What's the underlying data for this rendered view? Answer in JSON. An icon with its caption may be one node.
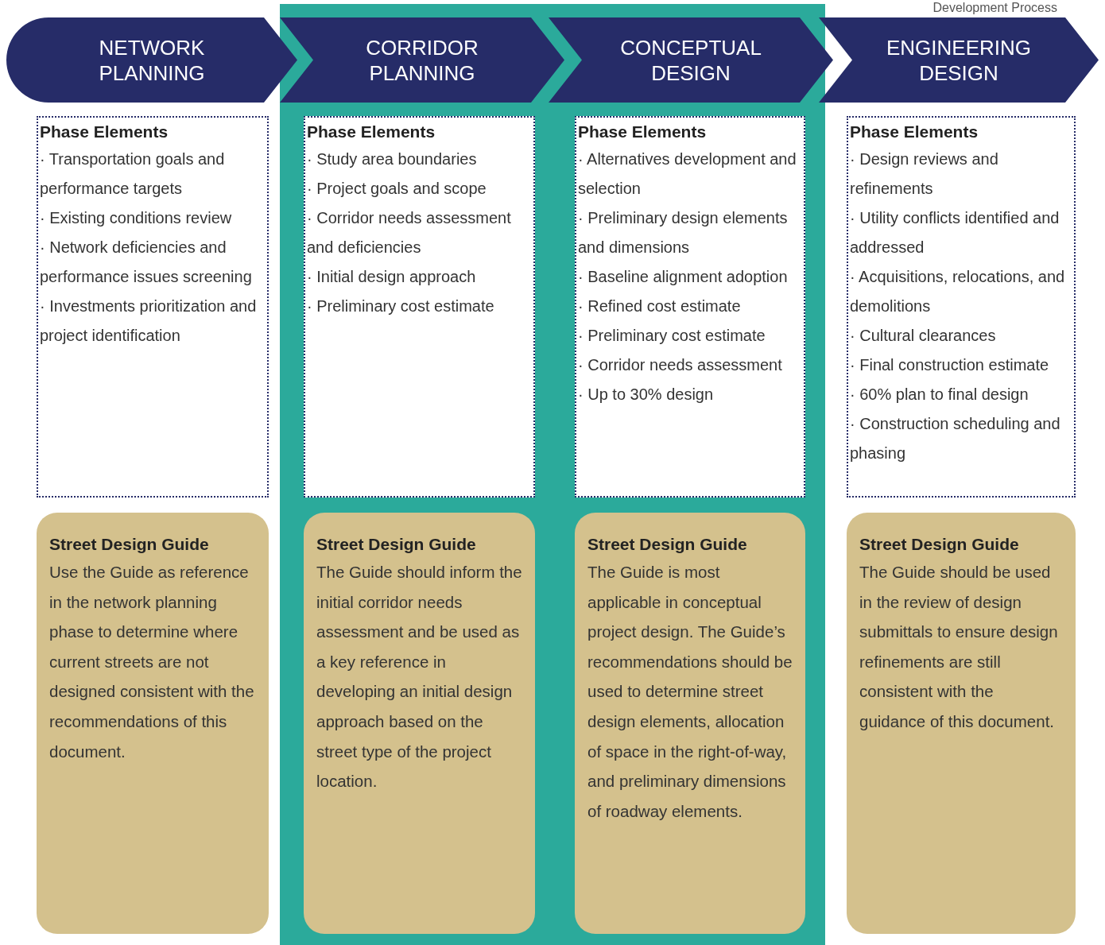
{
  "diagram": {
    "nodes": [
      {
        "text": [
          "NETWORK PLANNING"
        ]
      },
      {
        "text": [
          "CORRIDOR PLANNING"
        ]
      },
      {
        "text": [
          "CONCEPTUAL DESIGN"
        ]
      },
      {
        "text": [
          "ENGINEERING DESIGN"
        ]
      },
      {
        "text": [
          "Phase Elements",
          "· Transportation goals and performance targets",
          "· Existing conditions review",
          "· Network deficiencies and performance issues screening",
          "· Investments prioritization and project identification"
        ]
      },
      {
        "text": [
          "Phase Elements",
          "· Study area boundaries",
          "· Project goals and scope",
          "· Corridor needs assessment and deficiencies",
          "· Initial design approach",
          "· Preliminary cost estimate"
        ]
      },
      {
        "text": [
          "Phase Elements",
          "· Alternatives development and selection",
          "· Preliminary design elements and dimensions",
          "· Baseline alignment adoption",
          "· Refined cost estimate",
          "· Preliminary cost estimate",
          "· Corridor needs assessment",
          "· Up to 30% design"
        ]
      },
      {
        "text": [
          "Phase Elements",
          "· Design reviews and refinements",
          "· Utility conflicts identified and addressed",
          "· Acquisitions, relocations, and demolitions",
          "· Cultural clearances",
          "· Final construction estimate",
          "· 60% plan to final design",
          "· Construction scheduling and phasing"
        ]
      },
      {
        "text": [
          "Street Design Guide",
          "Use the Guide as reference in the network planning phase to determine where current streets are not designed consistent with the recommendations of this document."
        ]
      },
      {
        "text": [
          "Street Design Guide",
          "The Guide should inform the initial corridor needs assessment and be used as a key reference in developing an initial design approach based on the street type of the project location."
        ]
      },
      {
        "text": [
          "Street Design Guide",
          "The Guide is most applicable in conceptual project design. The Guide’s recommendations should be used to determine street design elements, allocation of space in the right-of-way, and preliminary dimensions of roadway elements."
        ]
      },
      {
        "text": [
          "Street Design Guide",
          "The Guide should be used in the review of design submittals to ensure design refinements are still consistent with the guidance of this document."
        ]
      }
    ],
    "labels": [
      "Development Process"
    ]
  }
}
